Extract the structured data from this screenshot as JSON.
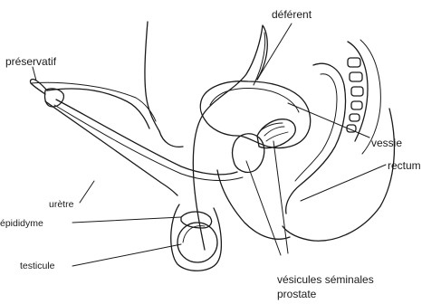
{
  "labels": {
    "deferent": "déférent",
    "preservatif": "préservatif",
    "vessie": "vessie",
    "rectum": "rectum",
    "uretre": "urètre",
    "epididyme": "épididyme",
    "testicule": "testicule",
    "vesicules": "vésicules séminales",
    "prostate": "prostate"
  },
  "colors": {
    "ink": "#1a1a1a",
    "background": "#ffffff"
  }
}
